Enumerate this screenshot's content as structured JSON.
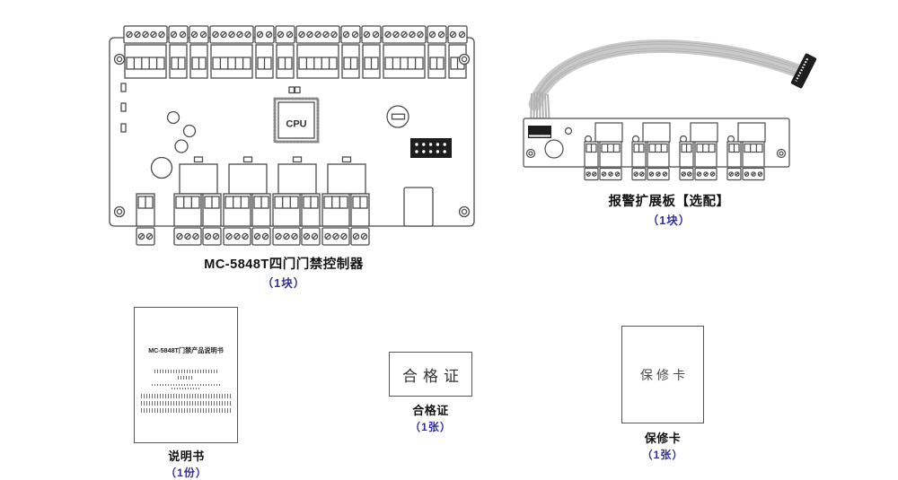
{
  "colors": {
    "accent_blue": "#2e2e9e",
    "board_line": "#4a4a4a",
    "cable_gray": "#c9c9c9",
    "connector_black": "#1d1d1d"
  },
  "controller": {
    "name_label": "MC-5848T四门门禁控制器",
    "qty": "（1块）",
    "cpu_label": "CPU"
  },
  "expansion_board": {
    "name_label": "报警扩展板【选配】",
    "qty": "（1块）"
  },
  "manual": {
    "cover_title": "MC-5848T门禁产品说明书",
    "name_label": "说明书",
    "qty": "（1份）"
  },
  "certificate": {
    "inner_text": "合格证",
    "name_label": "合格证",
    "qty": "（1张）"
  },
  "warranty_card": {
    "inner_text": "保修卡",
    "name_label": "保修卡",
    "qty": "（1张）"
  }
}
